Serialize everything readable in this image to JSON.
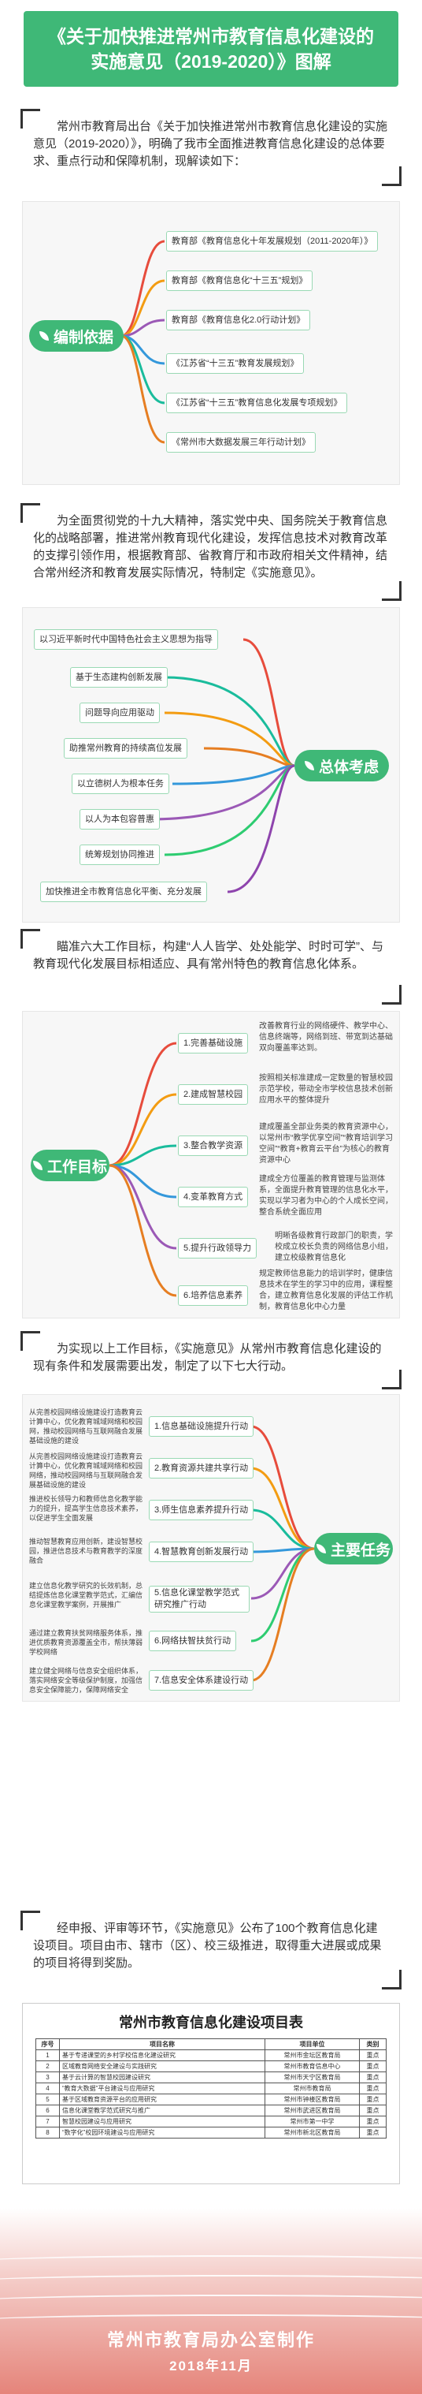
{
  "banner": {
    "title": "《关于加快推进常州市教育信息化建设的实施意见（2019-2020）》图解"
  },
  "intro1": "常州市教育局出台《关于加快推进常州市教育信息化建设的实施意见（2019-2020）》，明确了我市全面推进教育信息化建设的总体要求、重点行动和保障机制，现解读如下：",
  "section1": {
    "hub": "编制依据",
    "items": [
      "教育部《教育信息化十年发展规划（2011-2020年）》",
      "教育部《教育信息化“十三五”规划》",
      "教育部《教育信息化2.0行动计划》",
      "《江苏省“十三五”教育发展规划》",
      "《江苏省“十三五”教育信息化发展专项规划》",
      "《常州市大数据发展三年行动计划》"
    ]
  },
  "intro2": "为全面贯彻党的十九大精神，落实党中央、国务院关于教育信息化的战略部署，推进常州教育现代化建设，发挥信息技术对教育改革的支撑引领作用，根据教育部、省教育厅和市政府相关文件精神，结合常州经济和教育发展实际情况，特制定《实施意见》。",
  "section2": {
    "hub": "总体考虑",
    "items": [
      "以习近平新时代中国特色社会主义思想为指导",
      "基于生态建构创新发展",
      "问题导向应用驱动",
      "助推常州教育的持续高位发展",
      "以立德树人为根本任务",
      "以人为本包容普惠",
      "统筹规划协同推进",
      "加快推进全市教育信息化平衡、充分发展"
    ]
  },
  "intro3": "瞄准六大工作目标，构建“人人皆学、处处能学、时时可学”、与教育现代化发展目标相适应、具有常州特色的教育信息化体系。",
  "section3": {
    "hub": "工作目标",
    "items": [
      {
        "label": "1.完善基础设施",
        "desc": "改善教育行业的网络硬件、教学中心、信息终端等，网络到班、带宽到达基础双向覆盖率达到。"
      },
      {
        "label": "2.建成智慧校园",
        "desc": "按照相关标准建成一定数量的智慧校园示范学校，带动全市学校信息技术创新应用水平的整体提升"
      },
      {
        "label": "3.整合教学资源",
        "desc": "建成覆盖全部业务类的教育资源中心，以常州市“教学优享空间”“教育培训学习空间”“教育+教育云平台”为核心的教育资源中心"
      },
      {
        "label": "4.变革教育方式",
        "desc": "建成全方位覆盖的教育管理与监测体系，全面提升教育管理的信息化水平，实现以学习者为中心的个人成长空间，整合系统全面应用"
      },
      {
        "label": "5.提升行政领导力",
        "desc": "明晰各级教育行政部门的职责，学校成立校长负责的网络信息小组，建立校级教育信息化"
      },
      {
        "label": "6.培养信息素养",
        "desc": "规定教师信息能力的培训学时，健康信息技术在学生的学习中的应用，课程整合，建立教育信息化发展的评估工作机制，教育信息化中心力量"
      }
    ]
  },
  "intro4": "为实现以上工作目标，《实施意见》从常州市教育信息化建设的现有条件和发展需要出发，制定了以下七大行动。",
  "section4": {
    "hub": "主要任务",
    "items": [
      {
        "label": "1.信息基础设施提升行动",
        "desc": "从完善校园网络设施建设打造教育云计算中心，优化教育城域网络和校园网，推动校园网络与互联网融合发展基础设施的建设"
      },
      {
        "label": "2.教育资源共建共享行动",
        "desc": "从完善校园网络设施建设打造教育云计算中心，优化教育城域网络和校园网络，推动校园网络与互联网融合发展基础设施的建设"
      },
      {
        "label": "3.师生信息素养提升行动",
        "desc": "推进校长领导力和教师信息化教学能力的提升，提高学生信息技术素养，以促进学生全面发展"
      },
      {
        "label": "4.智慧教育创新发展行动",
        "desc": "推动智慧教育应用创新，建设智慧校园，推进信息技术与教育教学的深度融合"
      },
      {
        "label": "5.信息化课堂教学范式研究推广行动",
        "desc": "建立信息化教学研究的长效机制，总结提炼信息化课堂教学范式，汇编信息化课堂教学案例，开展推广"
      },
      {
        "label": "6.网络扶智扶贫行动",
        "desc": "通过建立教育扶贫网络服务体系，推进优质教育资源覆盖全市，帮扶薄弱学校网络"
      },
      {
        "label": "7.信息安全体系建设行动",
        "desc": "建立健全网络与信息安全组织体系，落实网络安全等级保护制度，加强信息安全保障能力，保障网络安全"
      }
    ]
  },
  "intro5": "经申报、评审等环节，《实施意见》公布了100个教育信息化建设项目。项目由市、辖市（区）、校三级推进，取得重大进展或成果的项目将得到奖励。",
  "table": {
    "title": "常州市教育信息化建设项目表",
    "headers": [
      "序号",
      "项目名称",
      "项目单位",
      "类别"
    ],
    "rows": [
      [
        "1",
        "基于专递课堂的乡村学校信息化建设研究",
        "常州市金坛区教育局",
        "重点"
      ],
      [
        "2",
        "区域教育网络安全建设与实践研究",
        "常州市教育信息中心",
        "重点"
      ],
      [
        "3",
        "基于云计算的智慧校园建设研究",
        "常州市天宁区教育局",
        "重点"
      ],
      [
        "4",
        "“教育大数据”平台建设与应用研究",
        "常州市教育局",
        "重点"
      ],
      [
        "5",
        "基于区域教育资源平台的应用研究",
        "常州市钟楼区教育局",
        "重点"
      ],
      [
        "6",
        "信息化课堂教学范式研究与推广",
        "常州市武进区教育局",
        "重点"
      ],
      [
        "7",
        "智慧校园建设与应用研究",
        "常州市第一中学",
        "重点"
      ],
      [
        "8",
        "“数字化”校园环境建设与应用研究",
        "常州市新北区教育局",
        "重点"
      ]
    ]
  },
  "footer": {
    "org": "常州市教育局办公室制作",
    "date": "2018年11月"
  },
  "colors": {
    "accent": "#3fb877",
    "branch_colors": [
      "#8e44ad",
      "#f39c12",
      "#e74c3c",
      "#1abc9c",
      "#3498db",
      "#2ecc71",
      "#e67e22",
      "#9b59b6"
    ]
  }
}
